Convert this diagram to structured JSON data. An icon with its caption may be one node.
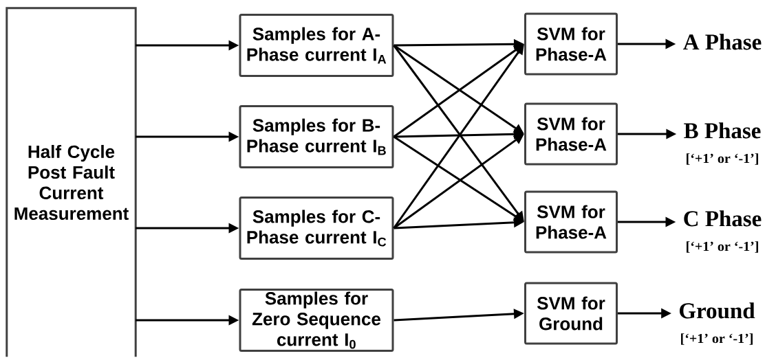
{
  "diagram": {
    "nodes": [
      {
        "text": [
          "Half Cycle Post Fault Current Measurement"
        ]
      },
      {
        "text": [
          "Samples for A- Phase current I$_{A}$"
        ]
      },
      {
        "text": [
          "Samples for B- Phase current I$_{B}$"
        ]
      },
      {
        "text": [
          "Samples for C- Phase current I$_{C}$"
        ]
      },
      {
        "text": [
          "Samples for Zero Sequence current I$_{0}$"
        ]
      },
      {
        "text": [
          "SVM for Phase-A"
        ]
      },
      {
        "text": [
          "SVM for Phase-A"
        ]
      },
      {
        "text": [
          "SVM for Phase-A"
        ]
      },
      {
        "text": [
          "SVM for Ground"
        ]
      },
      {
        "text": [
          "A Phase"
        ]
      },
      {
        "text": [
          "B Phase",
          "[‘+1’ or ‘-1’]"
        ]
      },
      {
        "text": [
          "C Phase",
          "[‘+1’ or ‘-1’]"
        ]
      },
      {
        "text": [
          "Ground",
          "[‘+1’ or ‘-1’]"
        ]
      }
    ],
    "edges": [
      {
        "from": 0,
        "to": 1,
        "arrow": "to"
      },
      {
        "from": 0,
        "to": 2,
        "arrow": "to"
      },
      {
        "from": 0,
        "to": 3,
        "arrow": "to"
      },
      {
        "from": 0,
        "to": 4,
        "arrow": "to"
      },
      {
        "from": 1,
        "to": 5,
        "arrow": "to"
      },
      {
        "from": 1,
        "to": 6,
        "arrow": "to"
      },
      {
        "from": 1,
        "to": 7,
        "arrow": "to"
      },
      {
        "from": 2,
        "to": 5,
        "arrow": "to"
      },
      {
        "from": 2,
        "to": 6,
        "arrow": "to"
      },
      {
        "from": 2,
        "to": 7,
        "arrow": "to"
      },
      {
        "from": 3,
        "to": 5,
        "arrow": "to"
      },
      {
        "from": 3,
        "to": 6,
        "arrow": "to"
      },
      {
        "from": 3,
        "to": 7,
        "arrow": "to"
      },
      {
        "from": 4,
        "to": 8,
        "arrow": "to"
      },
      {
        "from": 5,
        "to": 9,
        "arrow": "to"
      },
      {
        "from": 6,
        "to": 10,
        "arrow": "to"
      },
      {
        "from": 7,
        "to": 11,
        "arrow": "to"
      },
      {
        "from": 8,
        "to": 12,
        "arrow": "to"
      }
    ]
  }
}
